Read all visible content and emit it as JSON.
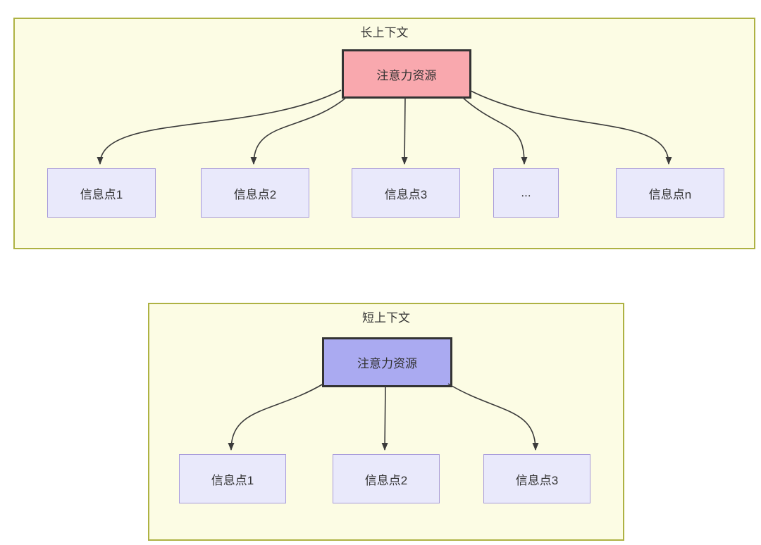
{
  "colors": {
    "container_fill": "#fcfce4",
    "container_border": "#aeb243",
    "attention_long_fill": "#f9a8ae",
    "attention_short_fill": "#aaaaf1",
    "attention_border": "#333333",
    "info_fill": "#e9e9fb",
    "info_border": "#a89bdb",
    "arrow": "#3b3b3b",
    "text": "#333333"
  },
  "long_context": {
    "title": "长上下文",
    "attention_label": "注意力资源",
    "info_points": [
      "信息点1",
      "信息点2",
      "信息点3",
      "...",
      "信息点n"
    ]
  },
  "short_context": {
    "title": "短上下文",
    "attention_label": "注意力资源",
    "info_points": [
      "信息点1",
      "信息点2",
      "信息点3"
    ]
  }
}
